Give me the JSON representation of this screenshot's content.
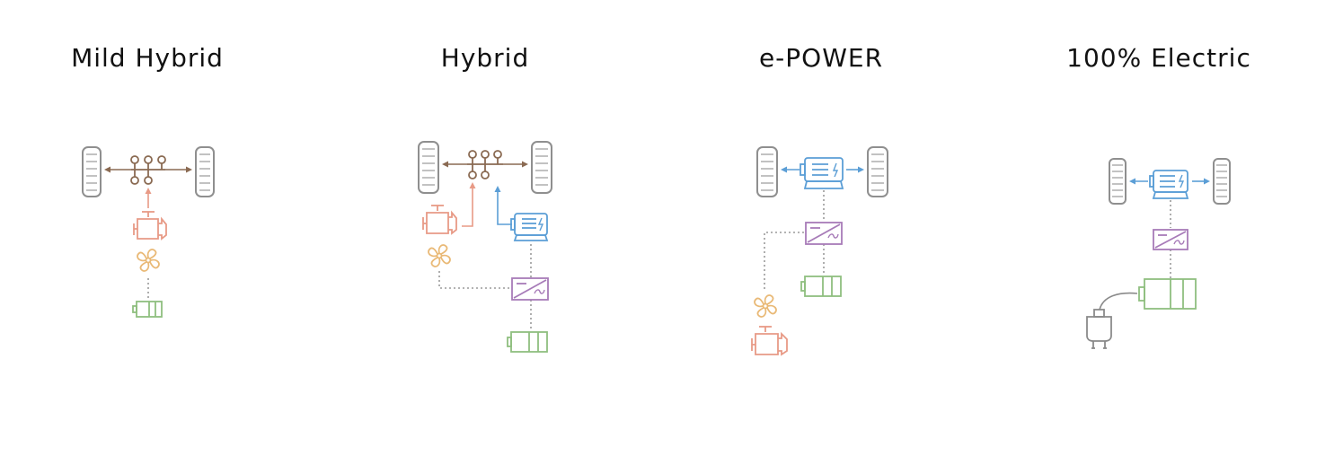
{
  "panels": [
    {
      "id": "mild-hybrid",
      "title": "Mild Hybrid"
    },
    {
      "id": "hybrid",
      "title": "Hybrid"
    },
    {
      "id": "e-power",
      "title": "e-POWER"
    },
    {
      "id": "electric",
      "title": "100% Electric"
    }
  ],
  "colors": {
    "transmission": "#8a6a52",
    "engine": "#e89a86",
    "fan": "#e9b976",
    "motor": "#5b9ed6",
    "inverter": "#a77bb8",
    "battery": "#8fbf7f",
    "wheel": "#8f8f8f",
    "plug": "#8a8a8a",
    "dotted": "#9a9a9a"
  },
  "icons": [
    "wheel-icon",
    "transmission-icon",
    "engine-icon",
    "fan-icon",
    "motor-icon",
    "inverter-icon",
    "battery-icon",
    "plug-icon"
  ]
}
